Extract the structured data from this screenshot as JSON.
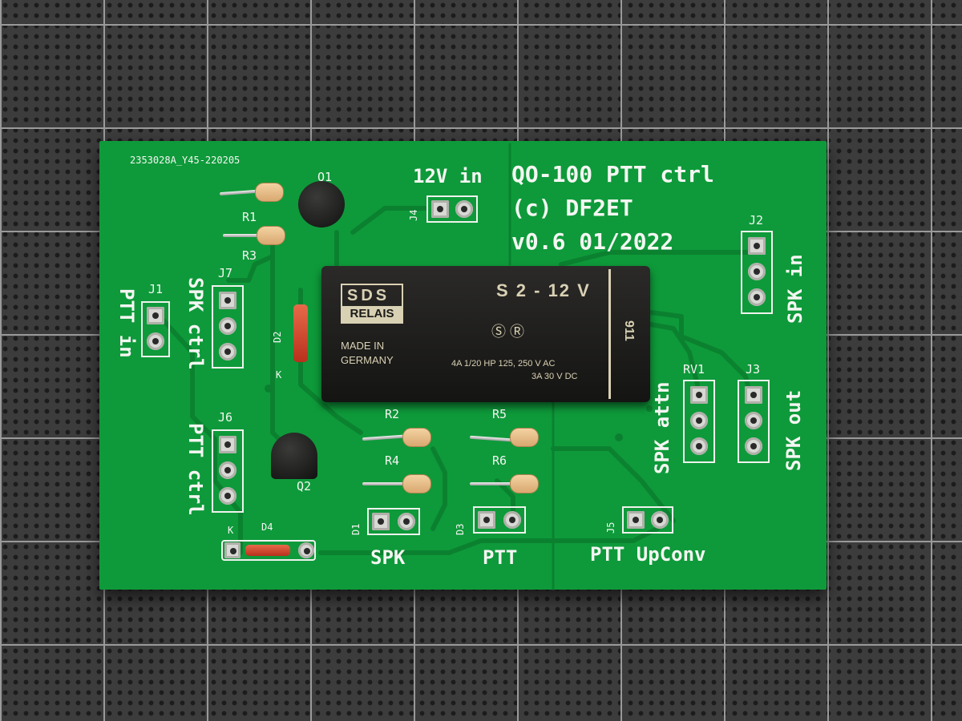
{
  "board": {
    "batch_code": "2353028A_Y45-220205",
    "title_line1": "QO-100 PTT ctrl",
    "title_line2": "(c) DF2ET",
    "title_line3": "v0.6 01/2022",
    "power_label": "12V in",
    "colors": {
      "pcb": "#0e9a3a",
      "silkscreen": "#f4f6f2",
      "mat": "#3c3c3c"
    }
  },
  "connectors": {
    "j1": "J1",
    "j1_label": "PTT in",
    "j2": "J2",
    "j2_label": "SPK in",
    "j3": "J3",
    "j3_label": "SPK out",
    "j4": "J4",
    "j5": "J5",
    "j5_label": "PTT UpConv",
    "j6": "J6",
    "j6_label": "PTT ctrl",
    "j7": "J7",
    "j7_label": "SPK ctrl",
    "rv1": "RV1",
    "rv1_label": "SPK attn"
  },
  "components": {
    "q1": "Q1",
    "q2": "Q2",
    "r1": "R1",
    "r2": "R2",
    "r3": "R3",
    "r4": "R4",
    "r5": "R5",
    "r6": "R6",
    "d1": "D1",
    "d1_label": "SPK",
    "d2": "D2",
    "d3": "D3",
    "d3_label": "PTT",
    "d4": "D4",
    "k": "K"
  },
  "relay": {
    "brand": "SDS",
    "brand_sub": "RELAIS",
    "model": "S 2 - 12 V",
    "origin_line1": "MADE IN",
    "origin_line2": "GERMANY",
    "rating_line1": "4A 1/20  HP 125,  250 V AC",
    "rating_line2": "3A 30 V DC",
    "side_code": "911",
    "cert_marks": "Ⓢ  Ⓡ"
  }
}
